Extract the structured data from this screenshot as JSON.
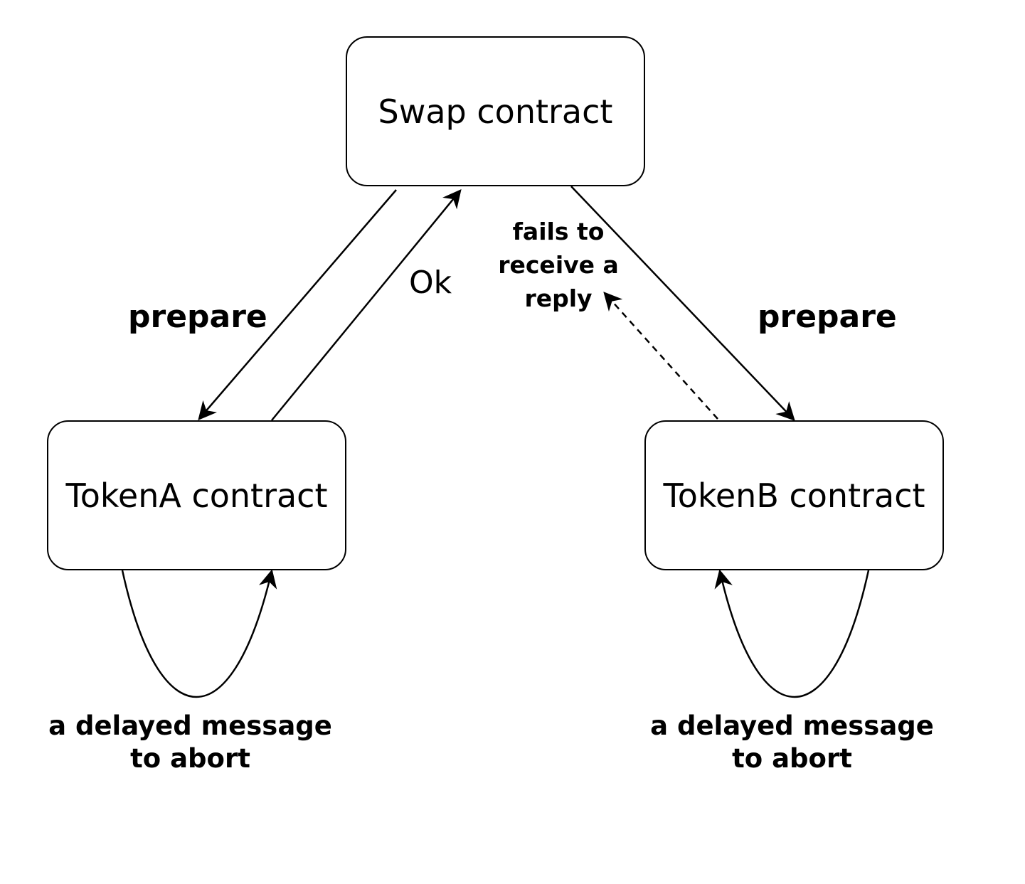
{
  "nodes": {
    "swap": "Swap contract",
    "tokena": "TokenA contract",
    "tokenb": "TokenB contract"
  },
  "edges": {
    "prepare_a": "prepare",
    "ok": "Ok",
    "prepare_b": "prepare",
    "fails": "fails to\nreceive a\nreply",
    "abort_a": "a delayed message\nto abort",
    "abort_b": "a delayed message\nto abort"
  },
  "colors": {
    "stroke": "#000000",
    "background": "#ffffff"
  }
}
